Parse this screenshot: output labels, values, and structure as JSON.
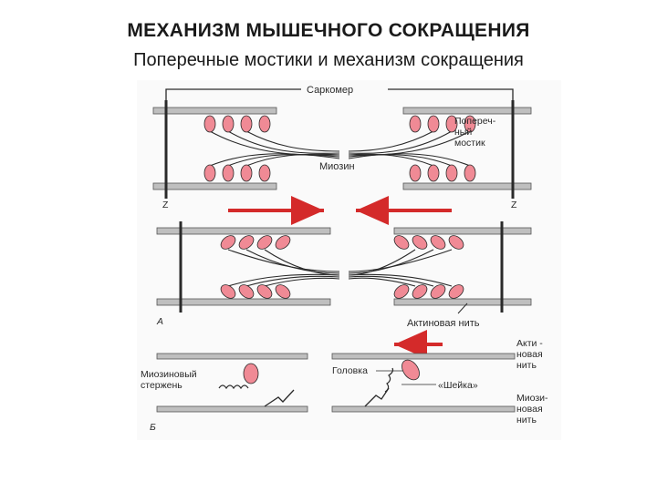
{
  "header": {
    "title": "МЕХАНИЗМ МЫШЕЧНОГО СОКРАЩЕНИЯ",
    "subtitle": "Поперечные мостики и механизм сокращения"
  },
  "figure": {
    "panel_a": {
      "letter": "А",
      "sarcomere": "Саркомер",
      "cross_bridge_line1": "Попереч-",
      "cross_bridge_line2": "ный",
      "cross_bridge_line3": "мостик",
      "myosin": "Миозин",
      "z_left": "Z",
      "z_right": "Z",
      "actin_filament": "Актиновая нить"
    },
    "panel_b": {
      "letter": "Б",
      "myosin_rod_line1": "Миозиновый",
      "myosin_rod_line2": "стержень",
      "head": "Головка",
      "neck": "«Шейка»",
      "actin_line1": "Акти -",
      "actin_line2": "новая",
      "actin_line3": "нить",
      "myosin_fil_line1": "Миози-",
      "myosin_fil_line2": "новая",
      "myosin_fil_line3": "нить"
    },
    "colors": {
      "head_fill": "#f08a95",
      "arrow": "#d42a2a",
      "filament": "#bfbfbf",
      "line": "#2a2a2a"
    }
  }
}
